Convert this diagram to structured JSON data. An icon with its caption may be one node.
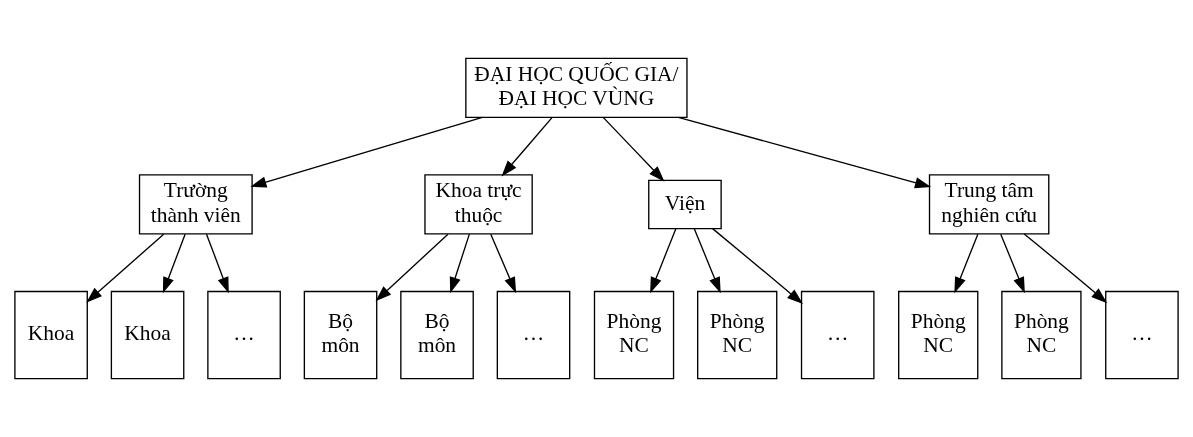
{
  "diagram": {
    "nodes": [
      {
        "text": [
          "ĐẠI HỌC QUỐC GIA/ ĐẠI HỌC VÙNG"
        ]
      },
      {
        "text": [
          "Trường thành viên"
        ]
      },
      {
        "text": [
          "Khoa trực thuộc"
        ]
      },
      {
        "text": [
          "Viện"
        ]
      },
      {
        "text": [
          "Trung tâm nghiên cứu"
        ]
      },
      {
        "text": [
          "Khoa"
        ]
      },
      {
        "text": [
          "Khoa"
        ]
      },
      {
        "text": [
          "…"
        ]
      },
      {
        "text": [
          "Bộ môn"
        ]
      },
      {
        "text": [
          "Bộ môn"
        ]
      },
      {
        "text": [
          "…"
        ]
      },
      {
        "text": [
          "Phòng NC"
        ]
      },
      {
        "text": [
          "Phòng NC"
        ]
      },
      {
        "text": [
          "…"
        ]
      },
      {
        "text": [
          "Phòng NC"
        ]
      },
      {
        "text": [
          "Phòng NC"
        ]
      },
      {
        "text": [
          "…"
        ]
      }
    ],
    "edges": [
      {
        "from": 0,
        "to": 1,
        "arrow": "to"
      },
      {
        "from": 0,
        "to": 2,
        "arrow": "to"
      },
      {
        "from": 0,
        "to": 3,
        "arrow": "to"
      },
      {
        "from": 0,
        "to": 4,
        "arrow": "to"
      },
      {
        "from": 1,
        "to": 5,
        "arrow": "to"
      },
      {
        "from": 1,
        "to": 6,
        "arrow": "to"
      },
      {
        "from": 1,
        "to": 7,
        "arrow": "to"
      },
      {
        "from": 2,
        "to": 8,
        "arrow": "to"
      },
      {
        "from": 2,
        "to": 9,
        "arrow": "to"
      },
      {
        "from": 2,
        "to": 10,
        "arrow": "to"
      },
      {
        "from": 3,
        "to": 11,
        "arrow": "to"
      },
      {
        "from": 3,
        "to": 12,
        "arrow": "to"
      },
      {
        "from": 3,
        "to": 13,
        "arrow": "to"
      },
      {
        "from": 4,
        "to": 14,
        "arrow": "to"
      },
      {
        "from": 4,
        "to": 15,
        "arrow": "to"
      },
      {
        "from": 4,
        "to": 16,
        "arrow": "to"
      }
    ]
  }
}
